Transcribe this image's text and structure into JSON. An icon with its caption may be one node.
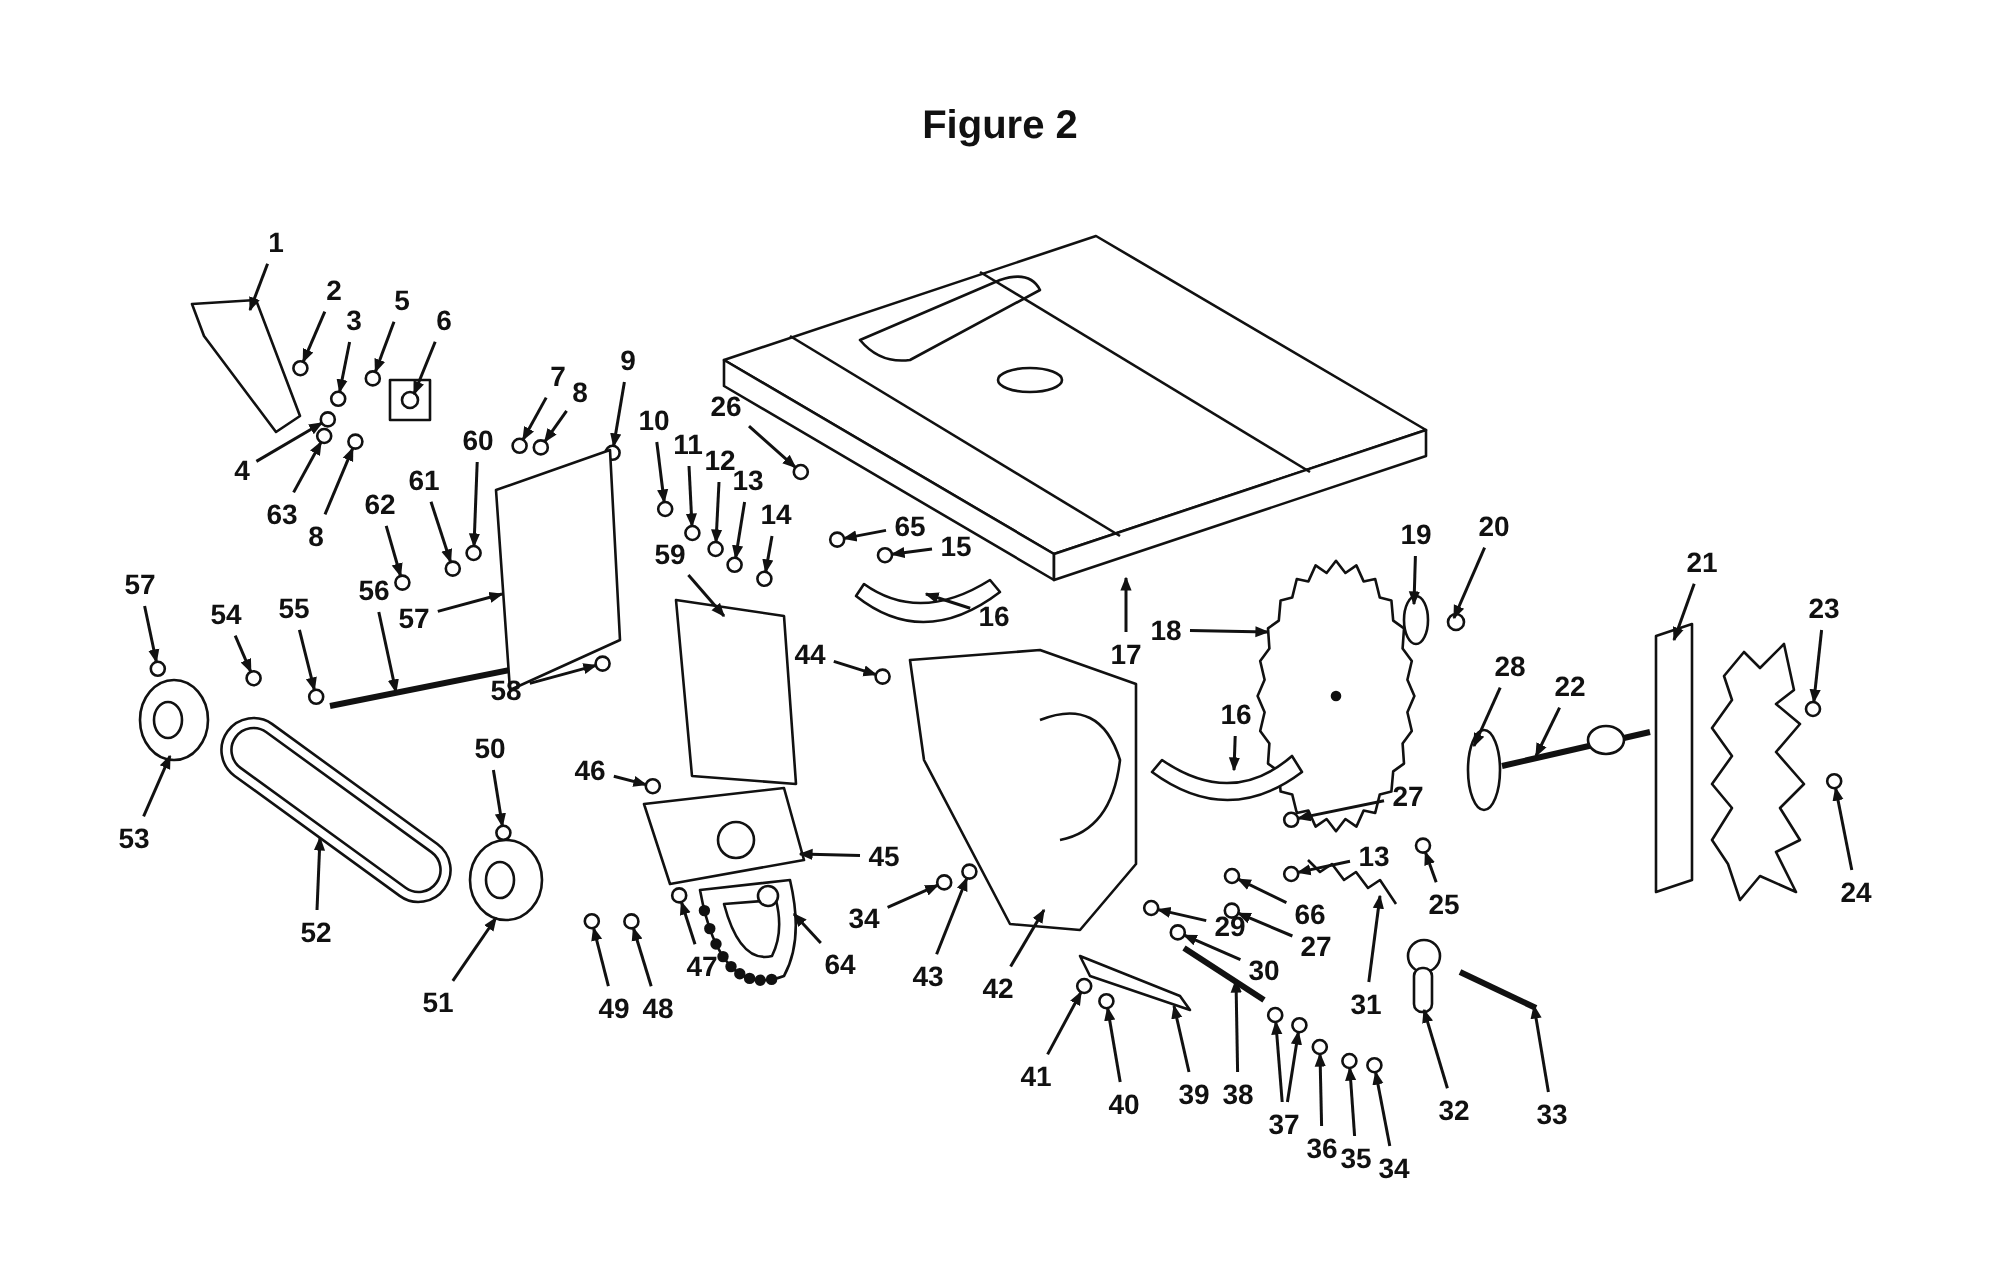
{
  "diagram": {
    "title": "Figure 2",
    "nodes": [
      {
        "text": [
          "1"
        ]
      },
      {
        "text": [
          "2"
        ]
      },
      {
        "text": [
          "3"
        ]
      },
      {
        "text": [
          "5"
        ]
      },
      {
        "text": [
          "6"
        ]
      },
      {
        "text": [
          "9"
        ]
      },
      {
        "text": [
          "7"
        ]
      },
      {
        "text": [
          "8"
        ]
      },
      {
        "text": [
          "26"
        ]
      },
      {
        "text": [
          "10"
        ]
      },
      {
        "text": [
          "60"
        ]
      },
      {
        "text": [
          "11"
        ]
      },
      {
        "text": [
          "12"
        ]
      },
      {
        "text": [
          "4"
        ]
      },
      {
        "text": [
          "13"
        ]
      },
      {
        "text": [
          "61"
        ]
      },
      {
        "text": [
          "62"
        ]
      },
      {
        "text": [
          "63"
        ]
      },
      {
        "text": [
          "14"
        ]
      },
      {
        "text": [
          "65"
        ]
      },
      {
        "text": [
          "19"
        ]
      },
      {
        "text": [
          "20"
        ]
      },
      {
        "text": [
          "8"
        ]
      },
      {
        "text": [
          "15"
        ]
      },
      {
        "text": [
          "59"
        ]
      },
      {
        "text": [
          "21"
        ]
      },
      {
        "text": [
          "57"
        ]
      },
      {
        "text": [
          "56"
        ]
      },
      {
        "text": [
          "55"
        ]
      },
      {
        "text": [
          "23"
        ]
      },
      {
        "text": [
          "54"
        ]
      },
      {
        "text": [
          "57"
        ]
      },
      {
        "text": [
          "16"
        ]
      },
      {
        "text": [
          "18"
        ]
      },
      {
        "text": [
          "17"
        ]
      },
      {
        "text": [
          "44"
        ]
      },
      {
        "text": [
          "28"
        ]
      },
      {
        "text": [
          "22"
        ]
      },
      {
        "text": [
          "58"
        ]
      },
      {
        "text": [
          "16"
        ]
      },
      {
        "text": [
          "50"
        ]
      },
      {
        "text": [
          "46"
        ]
      },
      {
        "text": [
          "27"
        ]
      },
      {
        "text": [
          "53"
        ]
      },
      {
        "text": [
          "45"
        ]
      },
      {
        "text": [
          "13"
        ]
      },
      {
        "text": [
          "24"
        ]
      },
      {
        "text": [
          "25"
        ]
      },
      {
        "text": [
          "66"
        ]
      },
      {
        "text": [
          "34"
        ]
      },
      {
        "text": [
          "29"
        ]
      },
      {
        "text": [
          "52"
        ]
      },
      {
        "text": [
          "27"
        ]
      },
      {
        "text": [
          "64"
        ]
      },
      {
        "text": [
          "47"
        ]
      },
      {
        "text": [
          "30"
        ]
      },
      {
        "text": [
          "43"
        ]
      },
      {
        "text": [
          "42"
        ]
      },
      {
        "text": [
          "51"
        ]
      },
      {
        "text": [
          "31"
        ]
      },
      {
        "text": [
          "49"
        ]
      },
      {
        "text": [
          "48"
        ]
      },
      {
        "text": [
          "41"
        ]
      },
      {
        "text": [
          "39"
        ]
      },
      {
        "text": [
          "38"
        ]
      },
      {
        "text": [
          "40"
        ]
      },
      {
        "text": [
          "32"
        ]
      },
      {
        "text": [
          "33"
        ]
      },
      {
        "text": [
          "37"
        ]
      },
      {
        "text": [
          "36"
        ]
      },
      {
        "text": [
          "35"
        ]
      },
      {
        "text": [
          "34"
        ]
      },
      {
        "text": [],
        "shape": "picture"
      },
      {
        "text": [],
        "shape": "circle"
      },
      {
        "text": [],
        "shape": "circle"
      },
      {
        "text": [],
        "shape": "circle"
      },
      {
        "text": [],
        "shape": "picture"
      },
      {
        "text": [],
        "shape": "circle"
      },
      {
        "text": [],
        "shape": "circle"
      },
      {
        "text": [],
        "shape": "circle"
      },
      {
        "text": [],
        "shape": "circle"
      },
      {
        "text": [],
        "shape": "circle"
      },
      {
        "text": [],
        "shape": "circle"
      },
      {
        "text": [],
        "shape": "circle"
      },
      {
        "text": [],
        "shape": "circle"
      },
      {
        "text": [],
        "shape": "circle"
      },
      {
        "text": [],
        "shape": "circle"
      },
      {
        "text": [],
        "shape": "circle"
      },
      {
        "text": [],
        "shape": "circle"
      },
      {
        "text": [],
        "shape": "circle"
      },
      {
        "text": [],
        "shape": "circle"
      },
      {
        "text": [],
        "shape": "circle"
      },
      {
        "text": [],
        "shape": "circle"
      },
      {
        "text": [],
        "shape": "circle"
      },
      {
        "text": [],
        "shape": "circle"
      },
      {
        "text": [],
        "shape": "circle"
      },
      {
        "text": [],
        "shape": "box"
      },
      {
        "text": [],
        "shape": "box"
      },
      {
        "text": [],
        "shape": "circle"
      },
      {
        "text": [],
        "shape": "picture"
      },
      {
        "text": [],
        "shape": "circle"
      },
      {
        "text": [],
        "shape": "circle"
      },
      {
        "text": [],
        "shape": "circle"
      },
      {
        "text": [],
        "shape": "picture"
      },
      {
        "text": [],
        "shape": "picture"
      },
      {
        "text": [],
        "shape": "picture"
      },
      {
        "text": [],
        "shape": "picture"
      },
      {
        "text": [],
        "shape": "circle"
      },
      {
        "text": [],
        "shape": "circle"
      },
      {
        "text": [],
        "shape": "picture"
      },
      {
        "text": [],
        "shape": "circle"
      },
      {
        "text": [],
        "shape": "picture"
      },
      {
        "text": [],
        "shape": "circle"
      },
      {
        "text": [],
        "shape": "circle"
      },
      {
        "text": [],
        "shape": "circle"
      },
      {
        "text": [],
        "shape": "picture"
      },
      {
        "text": [],
        "shape": "picture"
      },
      {
        "text": [],
        "shape": "circle"
      },
      {
        "text": [],
        "shape": "circle"
      },
      {
        "text": [],
        "shape": "circle"
      },
      {
        "text": [],
        "shape": "circle"
      },
      {
        "text": [],
        "shape": "circle"
      },
      {
        "text": [],
        "shape": "circle"
      },
      {
        "text": [],
        "shape": "picture"
      },
      {
        "text": [],
        "shape": "circle"
      },
      {
        "text": [],
        "shape": "picture"
      },
      {
        "text": [],
        "shape": "circle"
      },
      {
        "text": [],
        "shape": "circle"
      },
      {
        "text": [],
        "shape": "circle"
      },
      {
        "text": [],
        "shape": "picture"
      },
      {
        "text": [],
        "shape": "picture"
      },
      {
        "text": [],
        "shape": "picture"
      },
      {
        "text": [],
        "shape": "circle"
      },
      {
        "text": [],
        "shape": "circle"
      },
      {
        "text": [],
        "shape": "circle"
      },
      {
        "text": [],
        "shape": "picture"
      },
      {
        "text": [],
        "shape": "picture"
      },
      {
        "text": [],
        "shape": "circle"
      },
      {
        "text": [],
        "shape": "picture"
      },
      {
        "text": [],
        "shape": "picture"
      },
      {
        "text": [],
        "shape": "circle"
      },
      {
        "text": [],
        "shape": "circle"
      },
      {
        "text": [],
        "shape": "circle"
      },
      {
        "text": [],
        "shape": "circle"
      },
      {
        "text": [],
        "shape": "circle"
      }
    ],
    "edges": [
      {
        "from": 0,
        "to": 72,
        "arrow": "to"
      },
      {
        "from": 1,
        "to": 73,
        "arrow": "to"
      },
      {
        "from": 2,
        "to": 74,
        "arrow": "to"
      },
      {
        "from": 3,
        "to": 75,
        "arrow": "to"
      },
      {
        "from": 4,
        "to": 76,
        "arrow": "to"
      },
      {
        "from": 5,
        "to": 77,
        "arrow": "to"
      },
      {
        "from": 6,
        "to": 78,
        "arrow": "to"
      },
      {
        "from": 7,
        "to": 79,
        "arrow": "to"
      },
      {
        "from": 8,
        "to": 80,
        "arrow": "to"
      },
      {
        "from": 9,
        "to": 81,
        "arrow": "to"
      },
      {
        "from": 10,
        "to": 82,
        "arrow": "to"
      },
      {
        "from": 11,
        "to": 83,
        "arrow": "to"
      },
      {
        "from": 12,
        "to": 84,
        "arrow": "to"
      },
      {
        "from": 13,
        "to": 85,
        "arrow": "to"
      },
      {
        "from": 14,
        "to": 86,
        "arrow": "to"
      },
      {
        "from": 15,
        "to": 87,
        "arrow": "to"
      },
      {
        "from": 16,
        "to": 88,
        "arrow": "to"
      },
      {
        "from": 17,
        "to": 89,
        "arrow": "to"
      },
      {
        "from": 18,
        "to": 90,
        "arrow": "to"
      },
      {
        "from": 19,
        "to": 91,
        "arrow": "to"
      },
      {
        "from": 20,
        "to": 92,
        "arrow": "to"
      },
      {
        "from": 21,
        "to": 93,
        "arrow": "to"
      },
      {
        "from": 22,
        "to": 94,
        "arrow": "to"
      },
      {
        "from": 23,
        "to": 95,
        "arrow": "to"
      },
      {
        "from": 24,
        "to": 96,
        "arrow": "to"
      },
      {
        "from": 25,
        "to": 97,
        "arrow": "to"
      },
      {
        "from": 26,
        "to": 98,
        "arrow": "to"
      },
      {
        "from": 27,
        "to": 99,
        "arrow": "to"
      },
      {
        "from": 28,
        "to": 100,
        "arrow": "to"
      },
      {
        "from": 29,
        "to": 101,
        "arrow": "to"
      },
      {
        "from": 30,
        "to": 102,
        "arrow": "to"
      },
      {
        "from": 31,
        "to": 103,
        "arrow": "to"
      },
      {
        "from": 32,
        "to": 104,
        "arrow": "to"
      },
      {
        "from": 33,
        "to": 105,
        "arrow": "to"
      },
      {
        "from": 34,
        "to": 106,
        "arrow": "to"
      },
      {
        "from": 35,
        "to": 107,
        "arrow": "to"
      },
      {
        "from": 36,
        "to": 108,
        "arrow": "to"
      },
      {
        "from": 37,
        "to": 109,
        "arrow": "to"
      },
      {
        "from": 38,
        "to": 110,
        "arrow": "to"
      },
      {
        "from": 39,
        "to": 111,
        "arrow": "to"
      },
      {
        "from": 40,
        "to": 112,
        "arrow": "to"
      },
      {
        "from": 41,
        "to": 113,
        "arrow": "to"
      },
      {
        "from": 42,
        "to": 114,
        "arrow": "to"
      },
      {
        "from": 43,
        "to": 115,
        "arrow": "to"
      },
      {
        "from": 44,
        "to": 116,
        "arrow": "to"
      },
      {
        "from": 45,
        "to": 117,
        "arrow": "to"
      },
      {
        "from": 46,
        "to": 118,
        "arrow": "to"
      },
      {
        "from": 47,
        "to": 119,
        "arrow": "to"
      },
      {
        "from": 48,
        "to": 120,
        "arrow": "to"
      },
      {
        "from": 49,
        "to": 121,
        "arrow": "to"
      },
      {
        "from": 50,
        "to": 122,
        "arrow": "to"
      },
      {
        "from": 51,
        "to": 123,
        "arrow": "to"
      },
      {
        "from": 52,
        "to": 124,
        "arrow": "to"
      },
      {
        "from": 53,
        "to": 125,
        "arrow": "to"
      },
      {
        "from": 54,
        "to": 126,
        "arrow": "to"
      },
      {
        "from": 55,
        "to": 127,
        "arrow": "to"
      },
      {
        "from": 56,
        "to": 128,
        "arrow": "to"
      },
      {
        "from": 57,
        "to": 129,
        "arrow": "to"
      },
      {
        "from": 58,
        "to": 130,
        "arrow": "to"
      },
      {
        "from": 59,
        "to": 131,
        "arrow": "to"
      },
      {
        "from": 60,
        "to": 132,
        "arrow": "to"
      },
      {
        "from": 61,
        "to": 133,
        "arrow": "to"
      },
      {
        "from": 62,
        "to": 134,
        "arrow": "to"
      },
      {
        "from": 63,
        "to": 135,
        "arrow": "to"
      },
      {
        "from": 64,
        "to": 136,
        "arrow": "to"
      },
      {
        "from": 65,
        "to": 137,
        "arrow": "to"
      },
      {
        "from": 66,
        "to": 138,
        "arrow": "to"
      },
      {
        "from": 67,
        "to": 139,
        "arrow": "to"
      },
      {
        "from": 68,
        "to": 140,
        "arrow": "to"
      },
      {
        "from": 68,
        "to": 141,
        "arrow": "to"
      },
      {
        "from": 69,
        "to": 142,
        "arrow": "to"
      },
      {
        "from": 70,
        "to": 143,
        "arrow": "to"
      },
      {
        "from": 71,
        "to": 144,
        "arrow": "to"
      }
    ]
  }
}
